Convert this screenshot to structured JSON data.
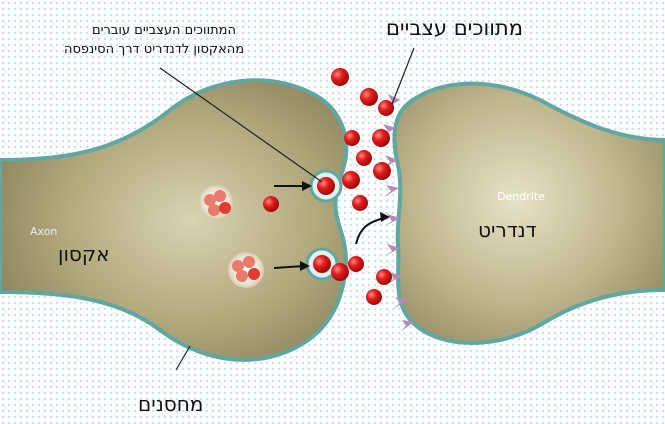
{
  "labels": {
    "transmitters": "מתווכים עצביים",
    "crossing_line1": "המתווכים העצביים עוברים",
    "crossing_line2": "מהאקסון לדנדריט דרך הסינפסה",
    "axon_hebrew": "אקסון",
    "axon_english": "Axon",
    "dendrite_hebrew": "דנדריט",
    "dendrite_english": "Dendrite",
    "vesicles": "מחסנים"
  },
  "colors": {
    "neuron_body": "#b5ab80",
    "neuron_edge": "#6fb1aa",
    "transmitter_red": "#e02020",
    "receptor_purple": "#b88ab8",
    "background_dots": "#cfe3f3"
  }
}
